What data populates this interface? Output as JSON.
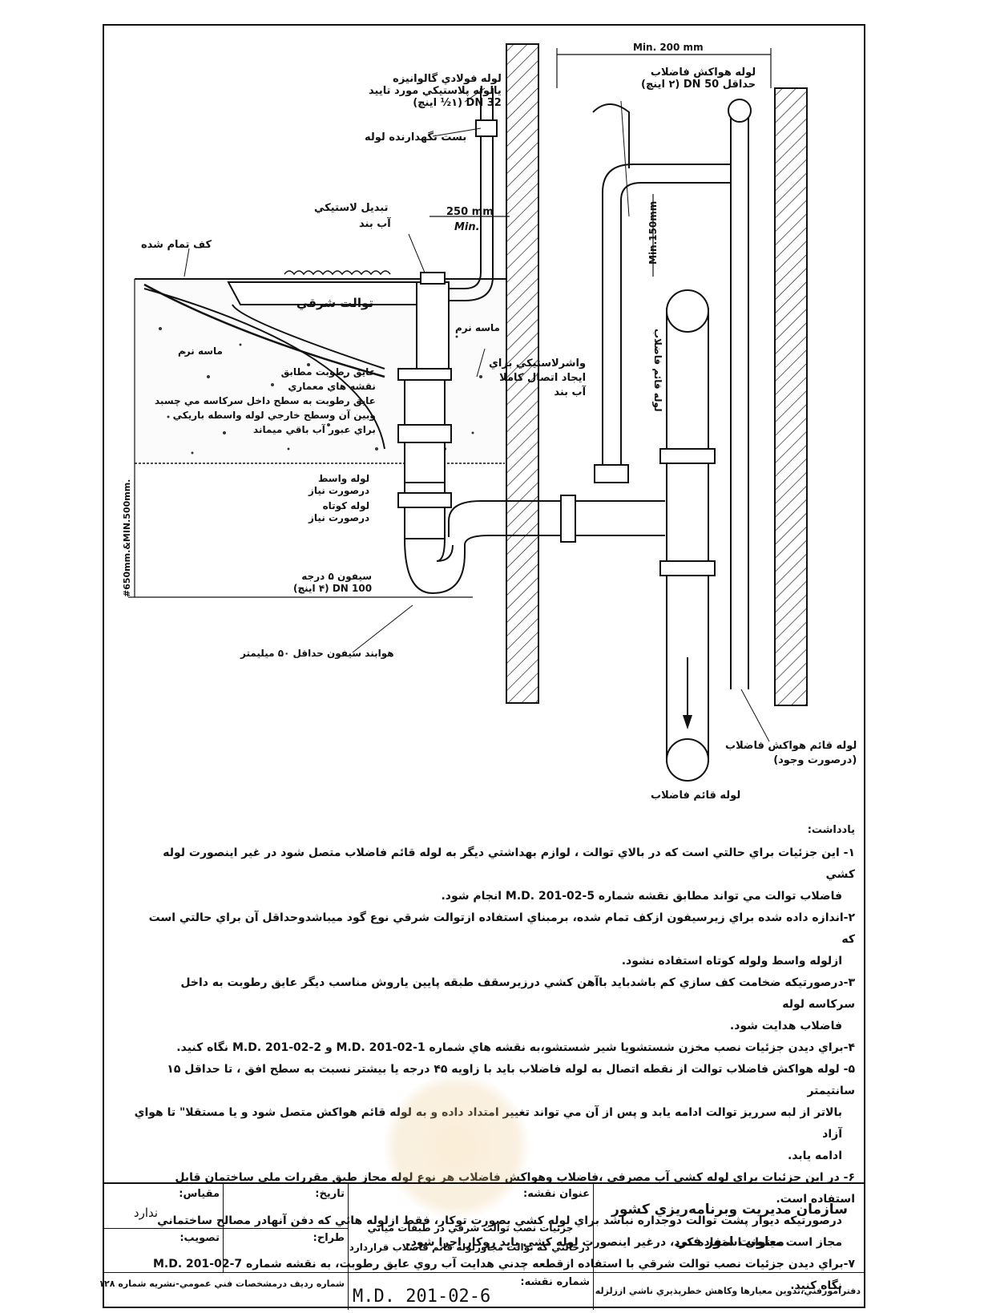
{
  "drawing": {
    "labels": {
      "galvanized_pipe_1": "لوله فولادي گالوانيزه",
      "galvanized_pipe_2": "يالوله پلاستيكي مورد تاييد",
      "galvanized_pipe_3": "DN 32 (۱½ اينچ)",
      "pipe_clamp": "بست نگهدارنده لوله",
      "plastic_adapter": "تبديل لاستيكي",
      "water_seal": "آب بند",
      "dim_250": "250 mm",
      "dim_250_min": "Min.",
      "finished_floor": "كف تمام شده",
      "eastern_toilet": "توالت شرقي",
      "soft_sand_left": "ماسه نرم",
      "soft_sand_right": "ماسه نرم",
      "moisture_1": "عايق رطوبت مطابق",
      "moisture_2": "نقشه هاي معماري",
      "moisture_3": "عايق رطوبت به سطح داخل سركاسه مي چسبد",
      "moisture_4": "وبين آن وسطح خارجي لوله واسطه باريكي",
      "moisture_5": "براي عبور آب باقي ميماند",
      "washer_1": "واشرلاستيكي براي",
      "washer_2": "ايجاد اتصال كاملا",
      "washer_3": "آب بند",
      "middle_pipe_1": "لوله واسط",
      "middle_pipe_2": "درصورت نياز",
      "short_pipe_1": "لوله كوتاه",
      "short_pipe_2": "درصورت نياز",
      "siphon_1": "سيفون ۵ درجه",
      "siphon_2": "DN 100 (۴ اينچ)",
      "trap_seal": "هوابند سيفون حداقل ۵۰ ميليمتر",
      "dim_min200": "Min. 200 mm",
      "vent_pipe_1": "لوله هواكش فاضلاب",
      "vent_pipe_2": "حداقل DN 50 (۲ اينچ)",
      "dim_min150": "Min.150mm",
      "soil_stack_vertical": "لوله قائم فاضلاب",
      "vent_stack_1": "لوله قائم هواكش فاضلاب",
      "vent_stack_2": "(درصورت وجود)",
      "soil_stack_bottom": "لوله قائم فاضلاب",
      "dim_height": "#650mm.&MIN.500mm."
    }
  },
  "notes": {
    "heading": "يادداشت:",
    "items": [
      [
        "۱- اين جزئيات براي حالتي است كه در بالاي توالت ، لوازم بهداشتي ديگر به لوله قائم فاضلاب متصل شود در غير اينصورت لوله كشي",
        "فاضلاب توالت مي تواند مطابق نقشه شماره M.D. 201-02-5 انجام شود."
      ],
      [
        "۲-اندازه داده شده براي زيرسيفون ازكف تمام شده، برمبناي استفاده ازتوالت شرقي نوع گود ميباشدوحداقل آن براي حالتي است كه",
        "ازلوله واسط ولوله كوتاه استفاده نشود."
      ],
      [
        "۳-درصورتيكه ضخامت كف سازي كم باشدبايد باآهن كشي درزيرسقف طبقه پايين ياروش مناسب ديگر عايق رطوبت به داخل سركاسه لوله",
        "فاضلاب هدايت شود."
      ],
      [
        "۴-براي ديدن جزئيات نصب مخزن شستشويا شير شستشو،به نقشه هاي شماره M.D. 201-02-1 و M.D. 201-02-2 نگاه كنيد."
      ],
      [
        "۵- لوله هواكش فاضلاب توالت از نقطه اتصال به لوله فاضلاب بايد با زاويه ۴۵ درجه يا بيشتر نسبت به سطح افق ، تا حداقل ۱۵ سانتيمتر",
        "بالاتر از لبه سرريز توالت ادامه يابد و پس از آن مي تواند تغيير امتداد داده و به لوله قائم هواكش متصل شود و يا مستقلا\" تا هواي آزاد",
        "ادامه يابد."
      ],
      [
        "۶- در اين جزئيات براي لوله كشي آب مصرفي ،فاضلاب وهواكش فاضلاب هر نوع لوله مجاز طبق مقررات ملي ساختمان قابل استفاده است.",
        "درصورتيكه ديوار پشت توالت دوجداره نباشد براي لوله كشي بصورت توكار، فقط ازلوله هائي كه دفن آنهادر مصالح ساختماني",
        "مجاز است ميتوان استفاده كرد، درغير اينصورت لوله كشي بايد روكار اجرا شود."
      ],
      [
        "۷-براي ديدن جزئيات نصب توالت شرقي با استفاده ازقطعه چدني هدايت آب روي عايق رطوبت، به نقشه شماره M.D. 201-02-7",
        "نگاه كنيد."
      ]
    ]
  },
  "title_block": {
    "org_name": "سازمان مديريت وبرنامه‌ريزي كشور",
    "org_sub": "معاونت امور فني",
    "org_office": "دفترامورفني،تدوين معيارها وكاهش خطرپذيري ناشي اززلزله",
    "title_label": "عنوان نقشه:",
    "title_line1": "جزئيات نصب توالت شرقي در طبقات مياني",
    "title_line2": "درحالتي كه توالت مجاورلوله قائم فاضلاب قراردارد",
    "drawing_no_label": "شماره نقشه:",
    "drawing_no": "M.D. 201-02-6",
    "scale_label": "مقياس:",
    "scale_value": "ندارد",
    "date_label": "تاريخ:",
    "approval_label": "تصويب:",
    "designer_label": "طراح:",
    "spec_row": "شماره رديف درمشخصات فني عمومي-نشريه شماره ۱۲۸"
  }
}
